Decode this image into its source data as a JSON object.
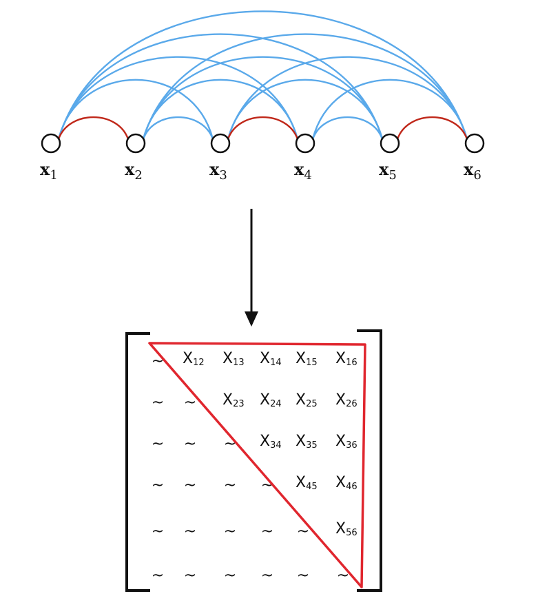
{
  "nodes": [
    {
      "base": "x",
      "sub": "1"
    },
    {
      "base": "x",
      "sub": "2"
    },
    {
      "base": "x",
      "sub": "3"
    },
    {
      "base": "x",
      "sub": "4"
    },
    {
      "base": "x",
      "sub": "5"
    },
    {
      "base": "x",
      "sub": "6"
    }
  ],
  "adjacent_edges": [
    [
      1,
      2
    ],
    [
      3,
      4
    ],
    [
      5,
      6
    ]
  ],
  "long_edges": [
    [
      1,
      3
    ],
    [
      1,
      4
    ],
    [
      1,
      5
    ],
    [
      1,
      6
    ],
    [
      2,
      4
    ],
    [
      2,
      5
    ],
    [
      2,
      6
    ],
    [
      3,
      5
    ],
    [
      3,
      6
    ],
    [
      4,
      6
    ],
    [
      2,
      3
    ],
    [
      4,
      5
    ]
  ],
  "matrix": {
    "size": 6,
    "lower_symbol": "~",
    "upper_cells": [
      {
        "row": 1,
        "col": 2,
        "base": "X",
        "sub": "12"
      },
      {
        "row": 1,
        "col": 3,
        "base": "X",
        "sub": "13"
      },
      {
        "row": 1,
        "col": 4,
        "base": "X",
        "sub": "14"
      },
      {
        "row": 1,
        "col": 5,
        "base": "X",
        "sub": "15"
      },
      {
        "row": 1,
        "col": 6,
        "base": "X",
        "sub": "16"
      },
      {
        "row": 2,
        "col": 3,
        "base": "X",
        "sub": "23"
      },
      {
        "row": 2,
        "col": 4,
        "base": "X",
        "sub": "24"
      },
      {
        "row": 2,
        "col": 5,
        "base": "X",
        "sub": "25"
      },
      {
        "row": 2,
        "col": 6,
        "base": "X",
        "sub": "26"
      },
      {
        "row": 3,
        "col": 4,
        "base": "X",
        "sub": "34"
      },
      {
        "row": 3,
        "col": 5,
        "base": "X",
        "sub": "35"
      },
      {
        "row": 3,
        "col": 6,
        "base": "X",
        "sub": "36"
      },
      {
        "row": 4,
        "col": 5,
        "base": "X",
        "sub": "45"
      },
      {
        "row": 4,
        "col": 6,
        "base": "X",
        "sub": "46"
      },
      {
        "row": 5,
        "col": 6,
        "base": "X",
        "sub": "56"
      }
    ]
  },
  "colors": {
    "long_edge": "#5aa9ea",
    "adjacent_edge": "#c0281a",
    "triangle": "#e0262e",
    "ink": "#111111"
  }
}
